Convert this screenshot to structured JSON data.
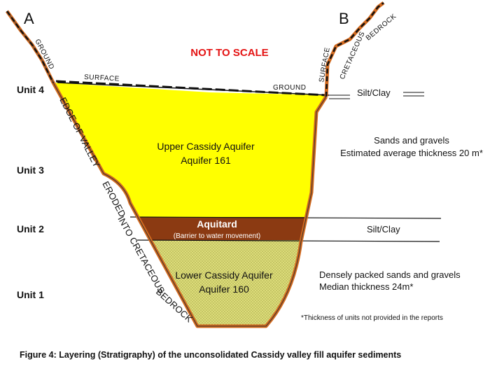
{
  "labels": {
    "corner_a": "A",
    "corner_b": "B",
    "not_to_scale": "NOT TO SCALE",
    "ground_left": "GROUND",
    "surface_left": "SURFACE",
    "ground_center": "GROUND",
    "surface_right": "SURFACE",
    "cretaceous_right": "CRETACEOUS",
    "bedrock_right": "BEDROCK",
    "edge_of_valley": "EDGE OF VALLEY",
    "eroded_into": "ERODED",
    "into_cretaceous": "INTO CRETACEOUS",
    "bedrock_left": "BEDROCK"
  },
  "units": [
    "Unit 4",
    "Unit 3",
    "Unit 2",
    "Unit 1"
  ],
  "layers": {
    "upper_name": "Upper Cassidy Aquifer",
    "upper_id": "Aquifer 161",
    "aquitard_name": "Aquitard",
    "aquitard_sub": "(Barrier to water movement)",
    "lower_name": "Lower Cassidy Aquifer",
    "lower_id": "Aquifer 160"
  },
  "descriptions": {
    "unit4": "Silt/Clay",
    "unit3_line1": "Sands and gravels",
    "unit3_line2": "Estimated average thickness 20 m*",
    "unit2": "Silt/Clay",
    "unit1_line1": "Densely packed sands and gravels",
    "unit1_line2": "Median thickness 24m*"
  },
  "footnote": "*Thickness of units not provided in the reports",
  "caption": "Figure 4: Layering (Stratigraphy) of the unconsolidated Cassidy valley fill aquifer sediments",
  "colors": {
    "upper_aquifer": "#ffff00",
    "aquitard": "#8b3a12",
    "lower_aquifer": "#dcdc7a",
    "silt_clay_top": "#9ccc66",
    "valley_edge": "#d2691e",
    "warning": "#e41313"
  }
}
